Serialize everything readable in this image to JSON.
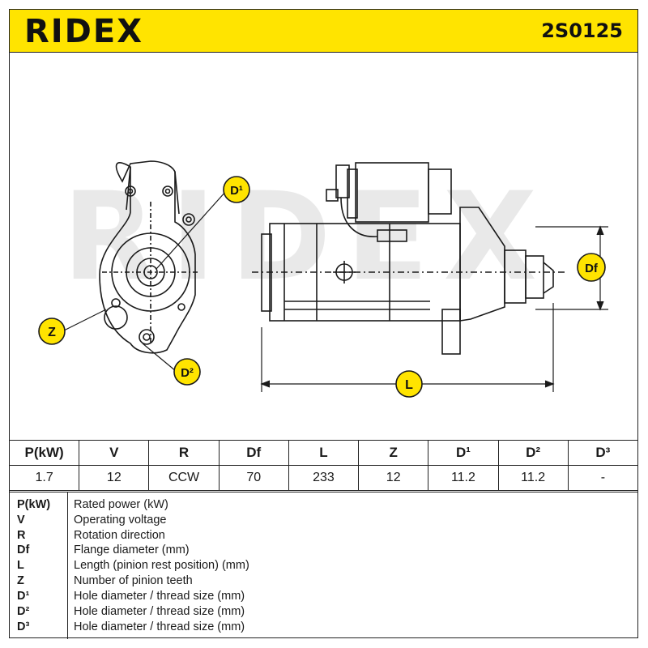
{
  "header": {
    "brand": "RIDEX",
    "part_number": "2S0125"
  },
  "drawing": {
    "watermark": "RIDEX",
    "labels": {
      "d1": "D¹",
      "d2": "D²",
      "z": "Z",
      "df": "Df",
      "l": "L"
    }
  },
  "spec_table": {
    "headers": [
      "P(kW)",
      "V",
      "R",
      "Df",
      "L",
      "Z",
      "D¹",
      "D²",
      "D³"
    ],
    "values": [
      "1.7",
      "12",
      "CCW",
      "70",
      "233",
      "12",
      "11.2",
      "11.2",
      "-"
    ]
  },
  "legend": [
    {
      "key": "P(kW)",
      "desc": "Rated power (kW)"
    },
    {
      "key": "V",
      "desc": "Operating voltage"
    },
    {
      "key": "R",
      "desc": "Rotation direction"
    },
    {
      "key": "Df",
      "desc": "Flange diameter (mm)"
    },
    {
      "key": "L",
      "desc": "Length (pinion rest position) (mm)"
    },
    {
      "key": "Z",
      "desc": "Number of pinion teeth"
    },
    {
      "key": "D¹",
      "desc": "Hole diameter / thread size (mm)"
    },
    {
      "key": "D²",
      "desc": "Hole diameter / thread size (mm)"
    },
    {
      "key": "D³",
      "desc": "Hole diameter / thread size (mm)"
    }
  ],
  "colors": {
    "header_bg": "#ffe400",
    "label_circle": "#ffe400",
    "watermark": "#e6e6e6"
  }
}
